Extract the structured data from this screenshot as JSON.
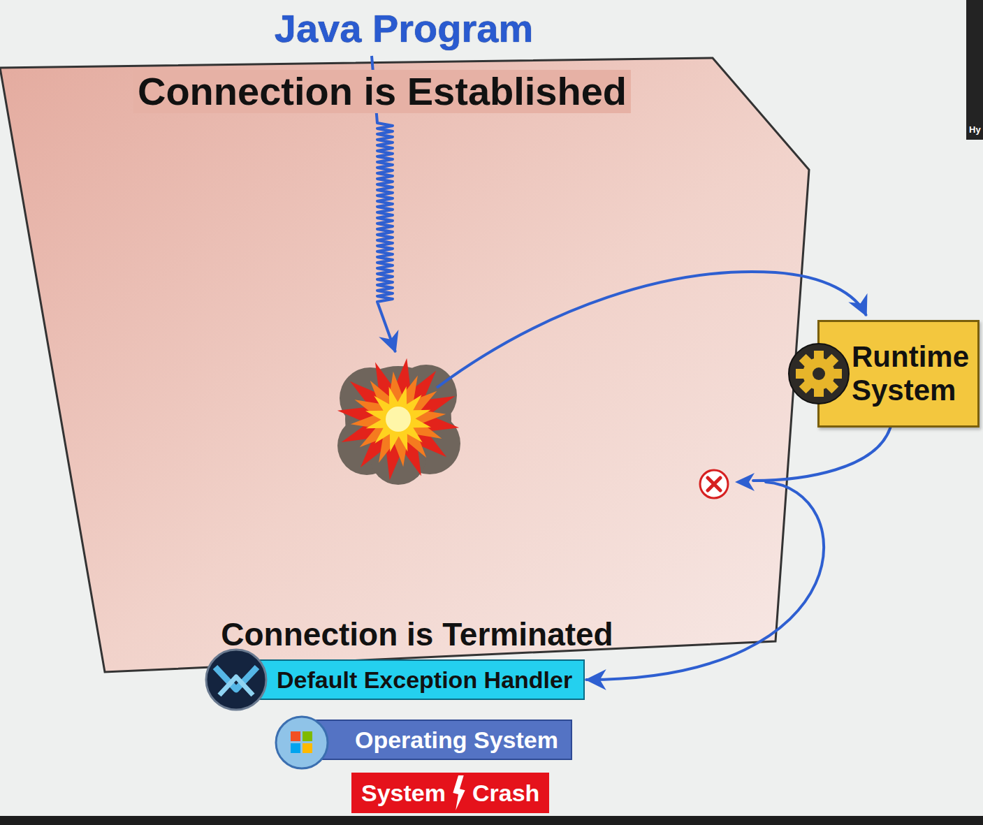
{
  "diagram": {
    "nodes": [
      {
        "text": [
          "Java Program",
          "Connection is Established",
          "Connection is Terminated"
        ]
      },
      {
        "text": [
          "Runtime System"
        ]
      },
      {
        "text": [
          "Default Exception Handler"
        ]
      },
      {
        "text": [
          "Operating System"
        ]
      },
      {
        "text": [
          "System",
          "Crash"
        ]
      }
    ],
    "edges": [
      {
        "from": 1,
        "to": 2,
        "arrow": "to"
      }
    ],
    "labels": [
      "Hy"
    ]
  }
}
